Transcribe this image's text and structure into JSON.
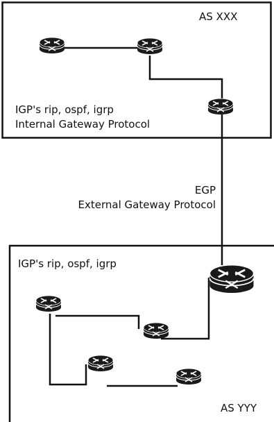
{
  "colors": {
    "line": "#111111",
    "router_body": "#1a1a1a",
    "router_highlight": "#ffffff"
  },
  "as_top": {
    "name": "AS XXX",
    "igp_line1": "IGP's rip, ospf, igrp",
    "igp_line2": "Internal Gateway Protocol"
  },
  "egp": {
    "line1": "EGP",
    "line2": "External Gateway Protocol"
  },
  "as_bottom": {
    "name": "AS YYY",
    "igp_line1": "IGP's rip, ospf, igrp"
  },
  "routers": [
    {
      "id": "top-router-1",
      "icon": "router-icon"
    },
    {
      "id": "top-router-2",
      "icon": "router-icon"
    },
    {
      "id": "top-border-router",
      "icon": "router-icon"
    },
    {
      "id": "bottom-border-router",
      "icon": "router-icon"
    },
    {
      "id": "bottom-router-1",
      "icon": "router-icon"
    },
    {
      "id": "bottom-router-2",
      "icon": "router-icon"
    },
    {
      "id": "bottom-router-3",
      "icon": "router-icon"
    },
    {
      "id": "bottom-router-4",
      "icon": "router-icon"
    }
  ]
}
